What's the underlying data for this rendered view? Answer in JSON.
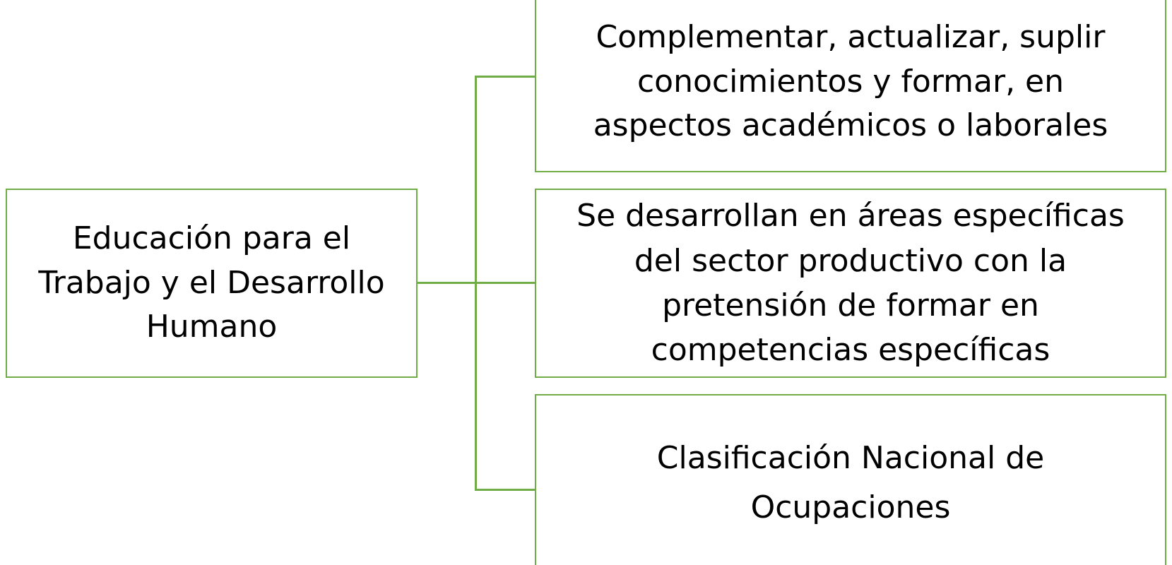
{
  "colors": {
    "border": "#70ad47",
    "connector": "#70ad47",
    "text": "#000000",
    "background": "#ffffff"
  },
  "root": {
    "lines": [
      "Educación para el",
      "Trabajo y el Desarrollo",
      "Humano"
    ]
  },
  "children": [
    {
      "lines": [
        "Complementar, actualizar, suplir",
        "conocimientos y formar, en",
        "aspectos académicos o laborales"
      ]
    },
    {
      "lines": [
        "Se desarrollan en áreas específicas",
        "del sector productivo con la",
        "pretensión de formar en",
        "competencias específicas"
      ]
    },
    {
      "lines": [
        "Clasificación Nacional de",
        "Ocupaciones"
      ]
    }
  ]
}
